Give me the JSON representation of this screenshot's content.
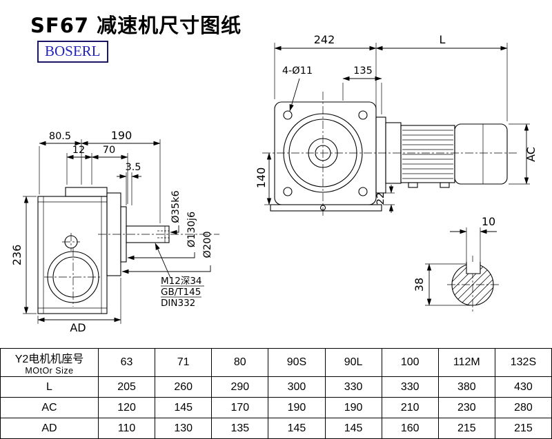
{
  "header": {
    "title": "SF67 减速机尺寸图纸",
    "logo": "BOSERL"
  },
  "colors": {
    "logo_text": "#2222bb",
    "logo_border": "#1a1464",
    "line": "#000000",
    "background": "#ffffff"
  },
  "left_view": {
    "dim_80_5": "80.5",
    "dim_190": "190",
    "dim_12": "12",
    "dim_70": "70",
    "dim_3_5": "3.5",
    "height_236": "236",
    "dim_AD": "AD",
    "shaft_dia": "Ø35k6",
    "spigot_dia": "Ø130j6",
    "flange_dia": "Ø200",
    "note_tap": "M12深34",
    "note_std1": "GB/T145",
    "note_std2": "DIN332"
  },
  "front_view": {
    "width_242": "242",
    "length_L": "L",
    "bolt_holes": "4-Ø11",
    "dim_135": "135",
    "height_140": "140",
    "dim_22": "22",
    "motor_dia_AC": "AC"
  },
  "shaft_section": {
    "key_width": "10",
    "dim_38": "38"
  },
  "table": {
    "row_label_1": "Y2电机机座号",
    "row_label_2": "MOtOr Size",
    "motor_sizes": [
      "63",
      "71",
      "80",
      "90S",
      "90L",
      "100",
      "112M",
      "132S"
    ],
    "rows": [
      {
        "label": "L",
        "values": [
          "205",
          "260",
          "290",
          "300",
          "330",
          "330",
          "380",
          "430"
        ]
      },
      {
        "label": "AC",
        "values": [
          "120",
          "145",
          "170",
          "190",
          "190",
          "210",
          "230",
          "280"
        ]
      },
      {
        "label": "AD",
        "values": [
          "110",
          "130",
          "135",
          "145",
          "145",
          "160",
          "215",
          "215"
        ]
      }
    ]
  }
}
